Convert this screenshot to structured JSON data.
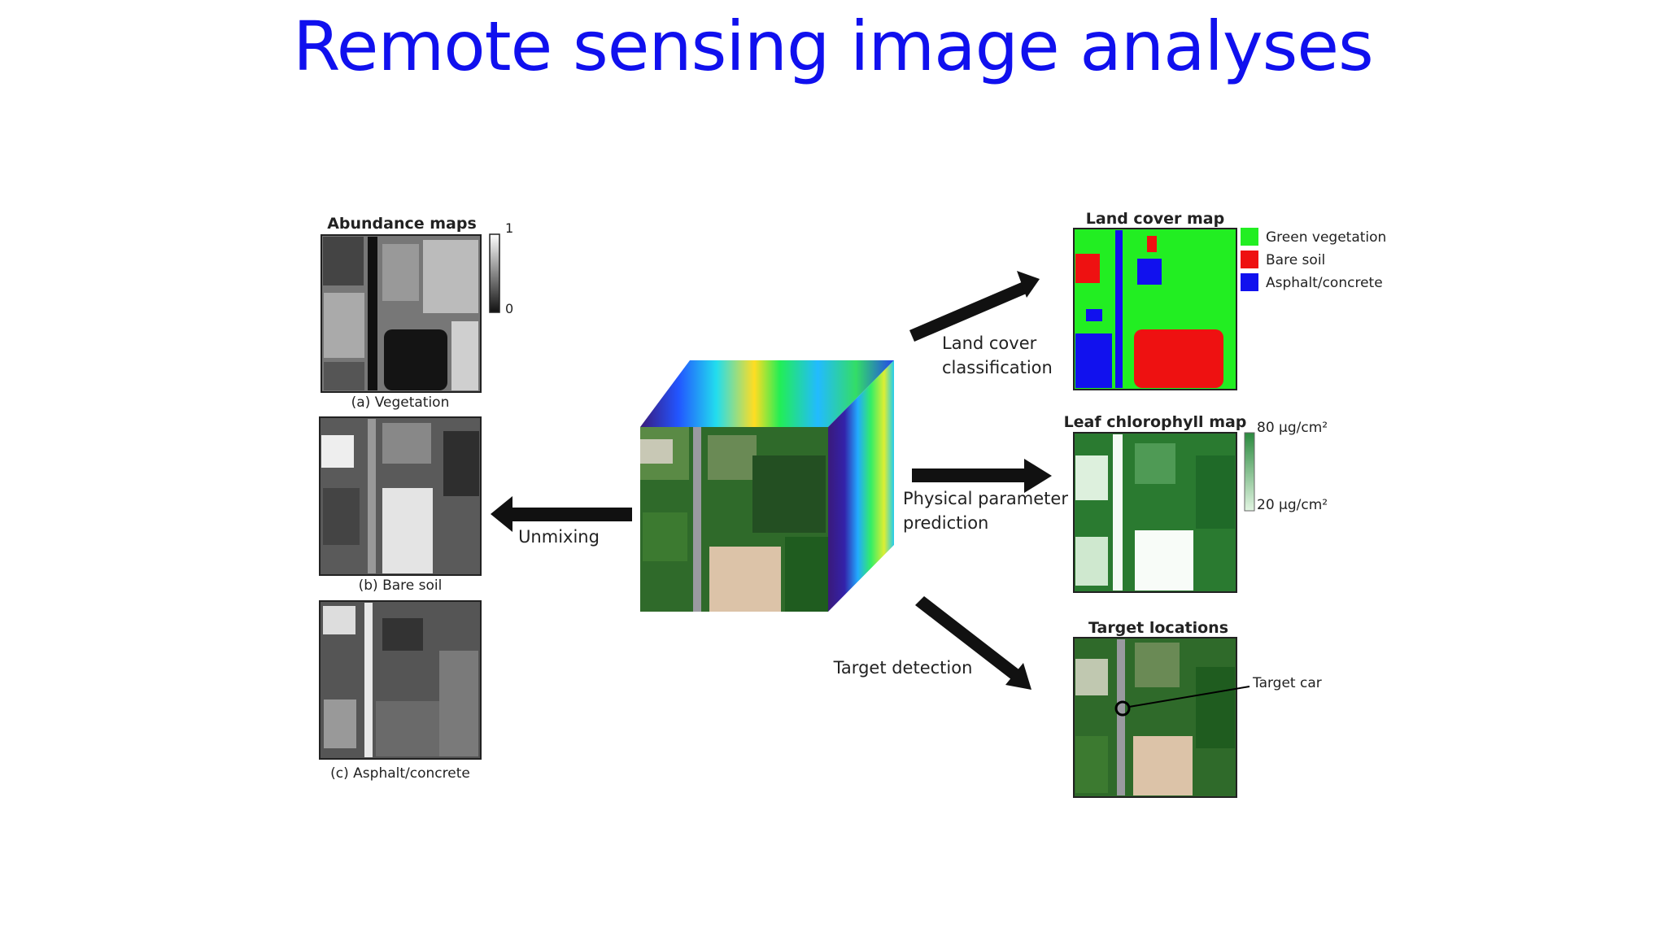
{
  "slide": {
    "title": "Remote sensing image analyses"
  },
  "left": {
    "heading": "Abundance maps",
    "scale_max": "1",
    "scale_min": "0",
    "captions": [
      "(a) Vegetation",
      "(b) Bare soil",
      "(c) Asphalt/concrete"
    ],
    "arrow_label": "Unmixing"
  },
  "right": {
    "landcover": {
      "heading": "Land cover map",
      "arrow_label_1": "Land cover",
      "arrow_label_2": "classification",
      "legend": [
        {
          "label": "Green vegetation",
          "color": "#22ee22"
        },
        {
          "label": "Bare soil",
          "color": "#ee1111"
        },
        {
          "label": "Asphalt/concrete",
          "color": "#1111ee"
        }
      ]
    },
    "chlorophyll": {
      "heading": "Leaf chlorophyll map",
      "arrow_label_1": "Physical parameter",
      "arrow_label_2": "prediction",
      "scale_max": "80 μg/cm²",
      "scale_min": "20 μg/cm²"
    },
    "target": {
      "heading": "Target locations",
      "arrow_label": "Target detection",
      "annotation": "Target car"
    }
  }
}
